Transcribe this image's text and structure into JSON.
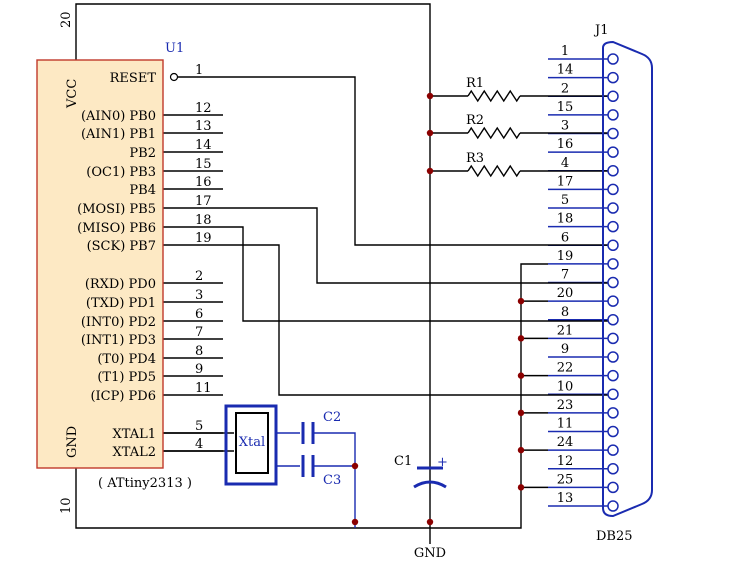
{
  "chip": {
    "ref": "U1",
    "part": "( ATtiny2313 )",
    "vcc": "VCC",
    "gnd": "GND",
    "vcc_pin": "20",
    "gnd_pin": "10",
    "pins": [
      {
        "name": "RESET",
        "num": "1"
      },
      {
        "name": "(AIN0) PB0",
        "num": "12"
      },
      {
        "name": "(AIN1) PB1",
        "num": "13"
      },
      {
        "name": "PB2",
        "num": "14"
      },
      {
        "name": "(OC1) PB3",
        "num": "15"
      },
      {
        "name": "PB4",
        "num": "16"
      },
      {
        "name": "(MOSI) PB5",
        "num": "17"
      },
      {
        "name": "(MISO) PB6",
        "num": "18"
      },
      {
        "name": "(SCK) PB7",
        "num": "19"
      },
      {
        "name": "(RXD) PD0",
        "num": "2"
      },
      {
        "name": "(TXD) PD1",
        "num": "3"
      },
      {
        "name": "(INT0) PD2",
        "num": "6"
      },
      {
        "name": "(INT1) PD3",
        "num": "7"
      },
      {
        "name": "(T0) PD4",
        "num": "8"
      },
      {
        "name": "(T1) PD5",
        "num": "9"
      },
      {
        "name": "(ICP) PD6",
        "num": "11"
      },
      {
        "name": "XTAL1",
        "num": "5"
      },
      {
        "name": "XTAL2",
        "num": "4"
      }
    ]
  },
  "crystal": {
    "label": "Xtal"
  },
  "caps": {
    "c1": "C1",
    "c1_plus": "+",
    "c2": "C2",
    "c3": "C3"
  },
  "resistors": [
    "R1",
    "R2",
    "R3"
  ],
  "ground_label": "GND",
  "connector": {
    "ref": "J1",
    "name": "DB25",
    "pins": [
      "1",
      "14",
      "2",
      "15",
      "3",
      "16",
      "4",
      "17",
      "5",
      "18",
      "6",
      "19",
      "7",
      "20",
      "8",
      "21",
      "9",
      "22",
      "10",
      "23",
      "11",
      "24",
      "12",
      "25",
      "13"
    ]
  },
  "colors": {
    "wire": "#000000",
    "accent": "#1a2bb0",
    "chip_fill": "#fde9c4",
    "chip_stroke": "#c0392b",
    "junction": "#8b0000"
  }
}
